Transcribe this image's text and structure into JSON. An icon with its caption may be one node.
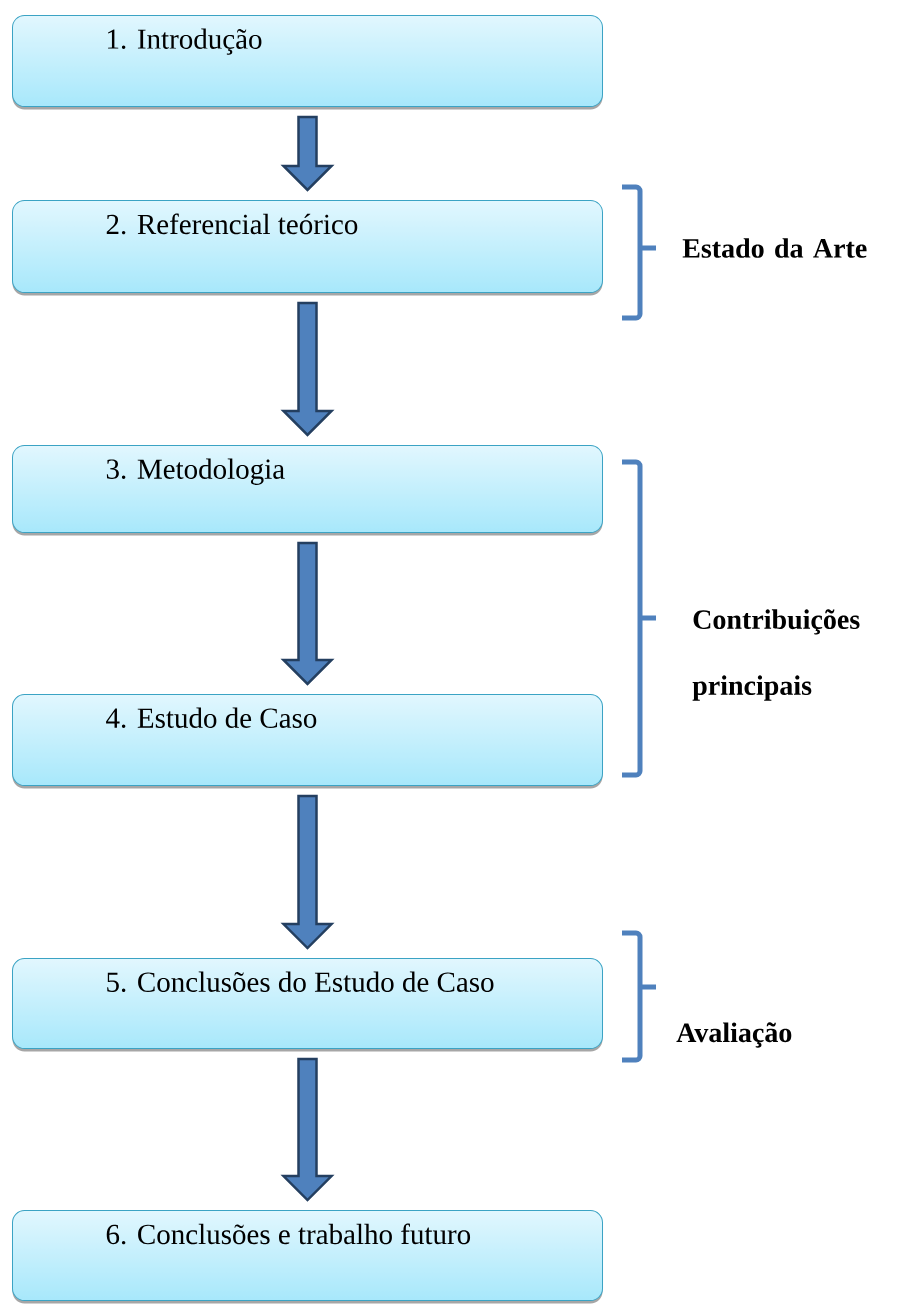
{
  "diagram": {
    "nodes": [
      {
        "text": [
          "1. Introdução"
        ]
      },
      {
        "text": [
          "2. Referencial teórico"
        ]
      },
      {
        "text": [
          "3. Metodologia"
        ]
      },
      {
        "text": [
          "4. Estudo de Caso"
        ]
      },
      {
        "text": [
          "5. Conclusões do Estudo de Caso"
        ]
      },
      {
        "text": [
          "6. Conclusões e trabalho futuro"
        ]
      }
    ],
    "edges": [
      {
        "from": 0,
        "to": 1,
        "arrow": "to"
      },
      {
        "from": 1,
        "to": 2,
        "arrow": "to"
      },
      {
        "from": 2,
        "to": 3,
        "arrow": "to"
      },
      {
        "from": 3,
        "to": 4,
        "arrow": "to"
      },
      {
        "from": 4,
        "to": 5,
        "arrow": "to"
      }
    ],
    "labels": [
      "Estado da Arte",
      "Contribuições principais",
      "Avaliação"
    ]
  }
}
